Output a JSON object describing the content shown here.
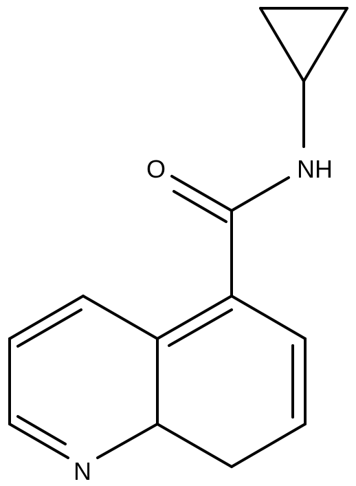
{
  "molecule": {
    "atoms": {
      "oxygen": "O",
      "amide_nitrogen": "NH",
      "ring_nitrogen": "N"
    },
    "colors": {
      "bond": "#000000",
      "background": "#ffffff"
    }
  }
}
